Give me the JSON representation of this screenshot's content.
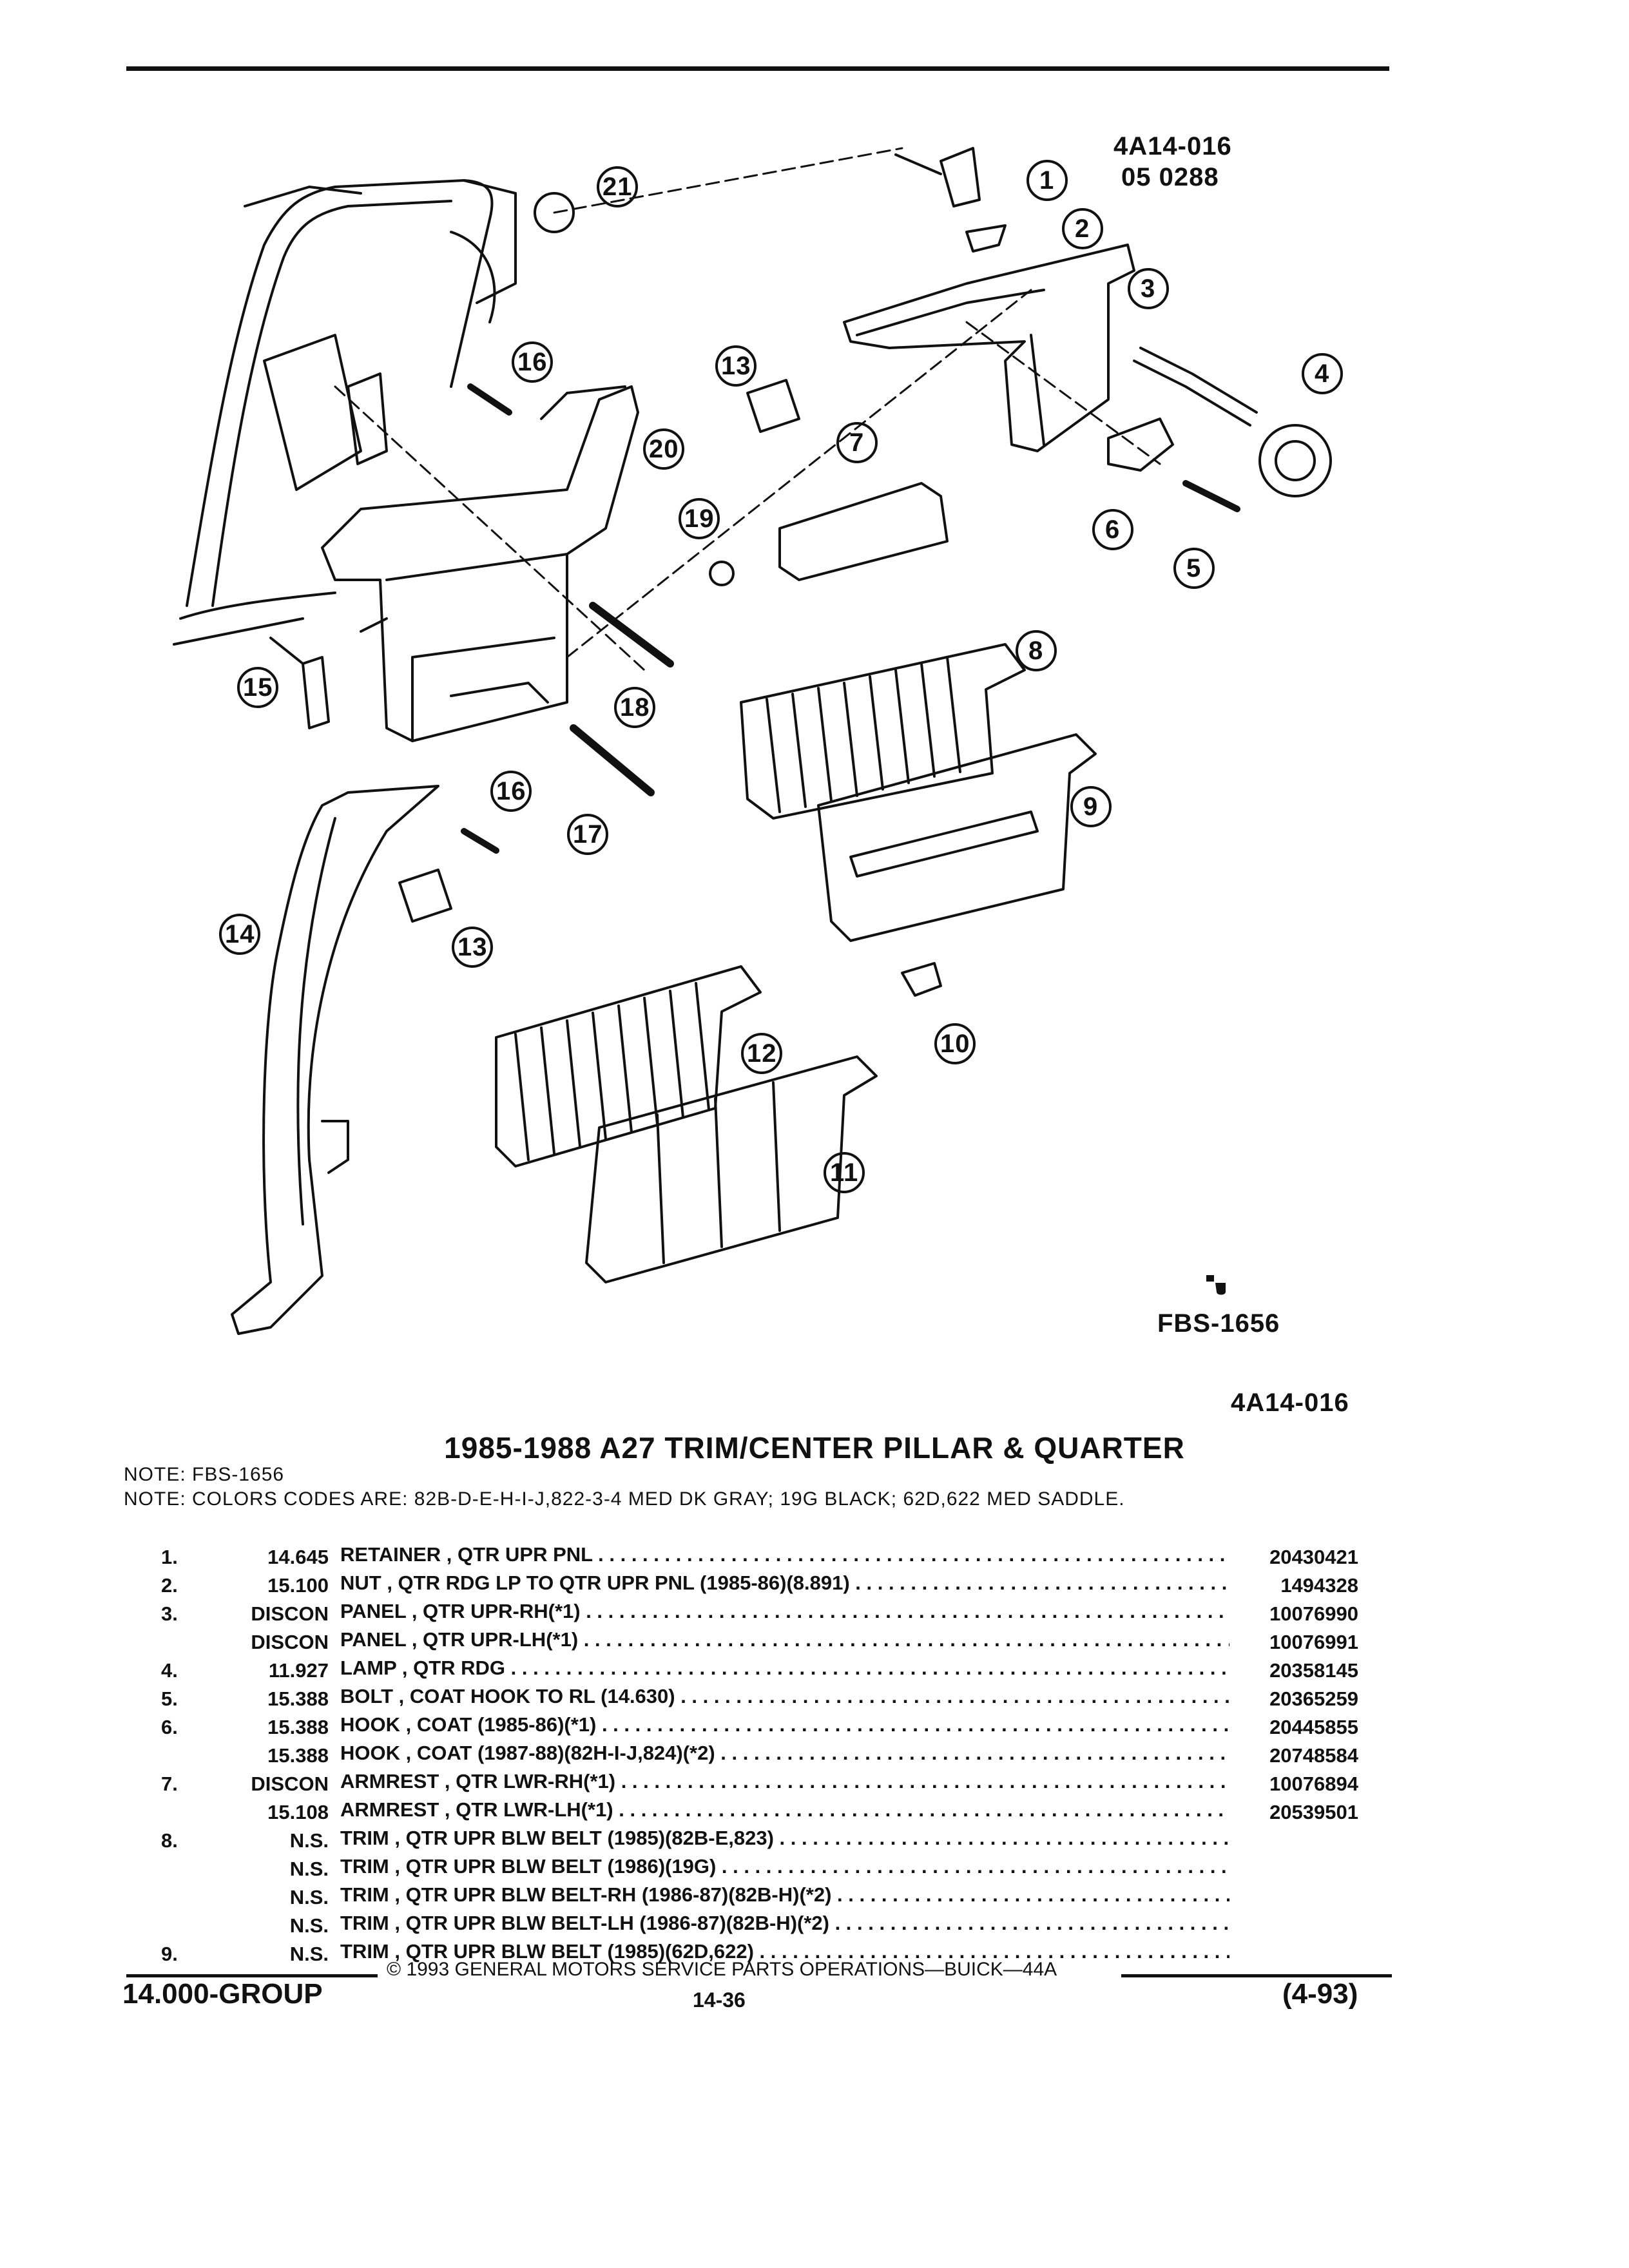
{
  "header": {
    "ref_code": "4A14-016",
    "ref_date": "05 0288"
  },
  "diagram": {
    "callouts": [
      "1",
      "2",
      "3",
      "4",
      "5",
      "6",
      "7",
      "8",
      "9",
      "10",
      "11",
      "12",
      "13",
      "13",
      "14",
      "15",
      "16",
      "16",
      "17",
      "18",
      "19",
      "20",
      "21"
    ],
    "logo_text": "FBS-1656",
    "bottom_ref": "4A14-016"
  },
  "title": "1985-1988 A27 TRIM/CENTER PILLAR & QUARTER",
  "notes": [
    "NOTE:  FBS-1656",
    "NOTE:  COLORS CODES ARE: 82B-D-E-H-I-J,822-3-4 MED DK GRAY; 19G BLACK; 62D,622 MED SADDLE."
  ],
  "parts": [
    {
      "idx": "1.",
      "code": "14.645",
      "desc": "RETAINER , QTR UPR PNL",
      "pn": "20430421"
    },
    {
      "idx": "2.",
      "code": "15.100",
      "desc": "NUT , QTR RDG LP TO QTR UPR PNL (1985-86)(8.891)",
      "pn": "1494328"
    },
    {
      "idx": "3.",
      "code": "DISCON",
      "desc": "PANEL , QTR UPR-RH(*1)",
      "pn": "10076990"
    },
    {
      "idx": "",
      "code": "DISCON",
      "desc": "PANEL , QTR UPR-LH(*1)",
      "pn": "10076991"
    },
    {
      "idx": "4.",
      "code": "11.927",
      "desc": "LAMP , QTR RDG",
      "pn": "20358145"
    },
    {
      "idx": "5.",
      "code": "15.388",
      "desc": "BOLT , COAT HOOK TO RL (14.630)",
      "pn": "20365259"
    },
    {
      "idx": "6.",
      "code": "15.388",
      "desc": "HOOK , COAT (1985-86)(*1)",
      "pn": "20445855"
    },
    {
      "idx": "",
      "code": "15.388",
      "desc": "HOOK , COAT (1987-88)(82H-I-J,824)(*2)",
      "pn": "20748584"
    },
    {
      "idx": "7.",
      "code": "DISCON",
      "desc": "ARMREST , QTR LWR-RH(*1)",
      "pn": "10076894"
    },
    {
      "idx": "",
      "code": "15.108",
      "desc": "ARMREST , QTR LWR-LH(*1)",
      "pn": "20539501"
    },
    {
      "idx": "8.",
      "code": "N.S.",
      "desc": "TRIM , QTR UPR BLW BELT (1985)(82B-E,823)",
      "pn": ""
    },
    {
      "idx": "",
      "code": "N.S.",
      "desc": "TRIM , QTR UPR BLW BELT (1986)(19G)",
      "pn": ""
    },
    {
      "idx": "",
      "code": "N.S.",
      "desc": "TRIM , QTR UPR BLW BELT-RH (1986-87)(82B-H)(*2)",
      "pn": ""
    },
    {
      "idx": "",
      "code": "N.S.",
      "desc": "TRIM , QTR UPR BLW BELT-LH (1986-87)(82B-H)(*2)",
      "pn": ""
    },
    {
      "idx": "9.",
      "code": "N.S.",
      "desc": "TRIM , QTR UPR BLW BELT (1985)(62D,622)",
      "pn": ""
    }
  ],
  "footer": {
    "copyright": "© 1993  GENERAL MOTORS SERVICE PARTS OPERATIONS—BUICK—44A",
    "group": "14.000-GROUP",
    "page": "14-36",
    "date": "(4-93)"
  }
}
